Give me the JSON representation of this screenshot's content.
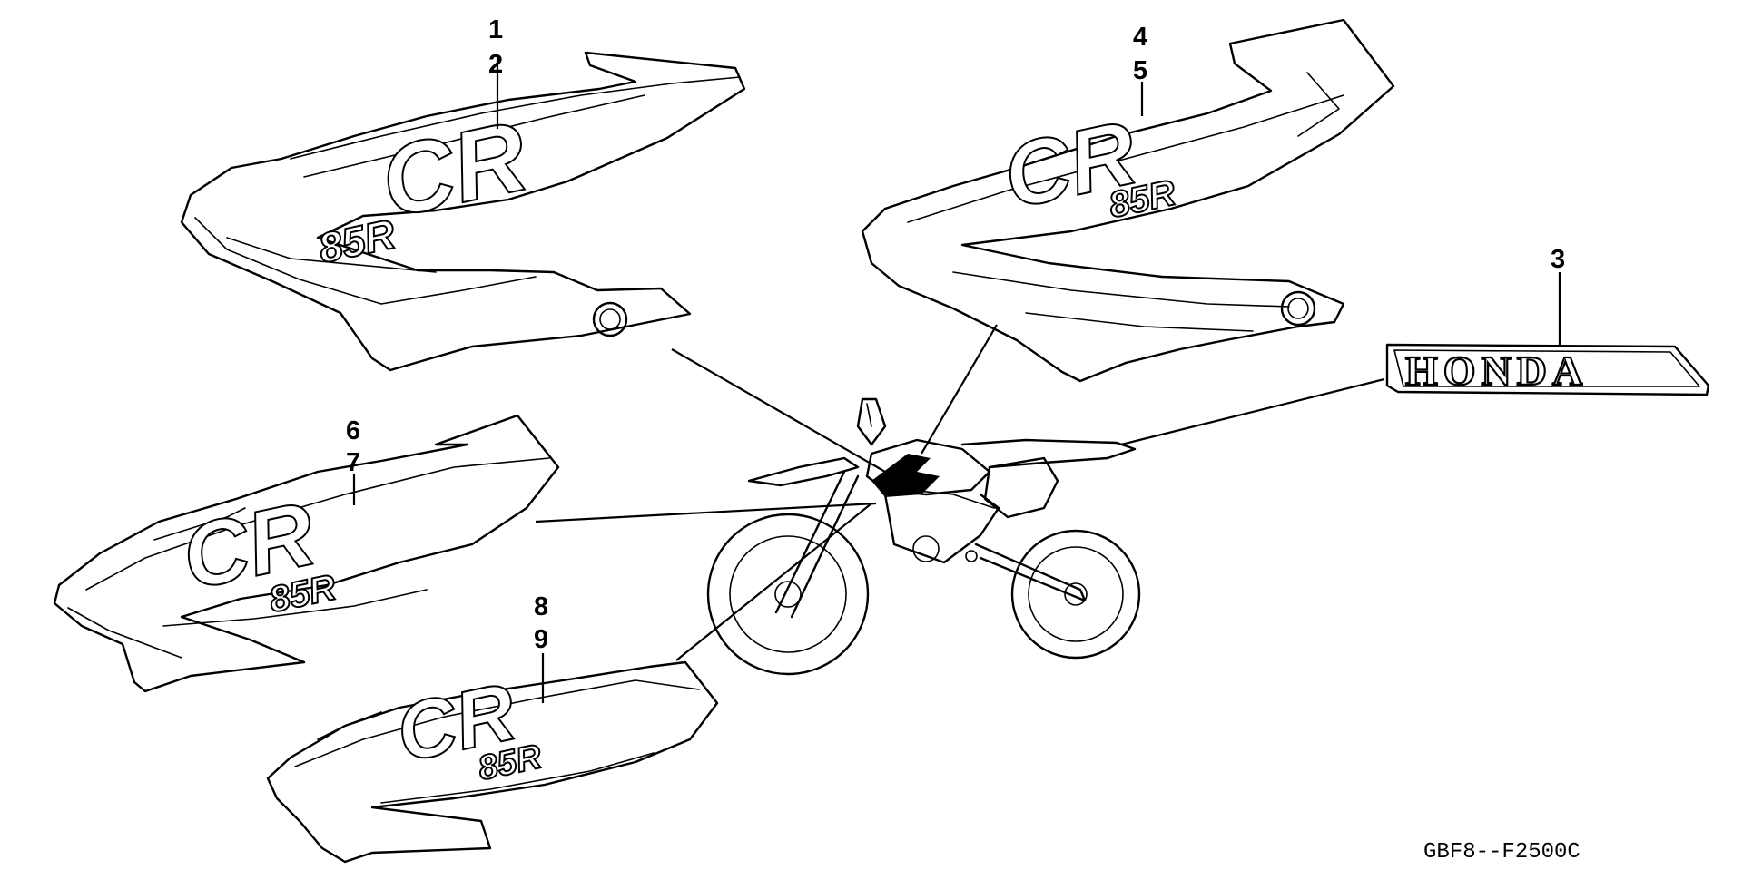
{
  "diagram": {
    "callouts": [
      {
        "id": "c1",
        "label": "1"
      },
      {
        "id": "c2",
        "label": "2"
      },
      {
        "id": "c3",
        "label": "3"
      },
      {
        "id": "c4",
        "label": "4"
      },
      {
        "id": "c5",
        "label": "5"
      },
      {
        "id": "c6",
        "label": "6"
      },
      {
        "id": "c7",
        "label": "7"
      },
      {
        "id": "c8",
        "label": "8"
      },
      {
        "id": "c9",
        "label": "9"
      }
    ],
    "decal_text": {
      "cr_logo": "CR",
      "model": "85R",
      "brand": "HONDA"
    },
    "diagram_code": "GBF8--F2500C"
  }
}
